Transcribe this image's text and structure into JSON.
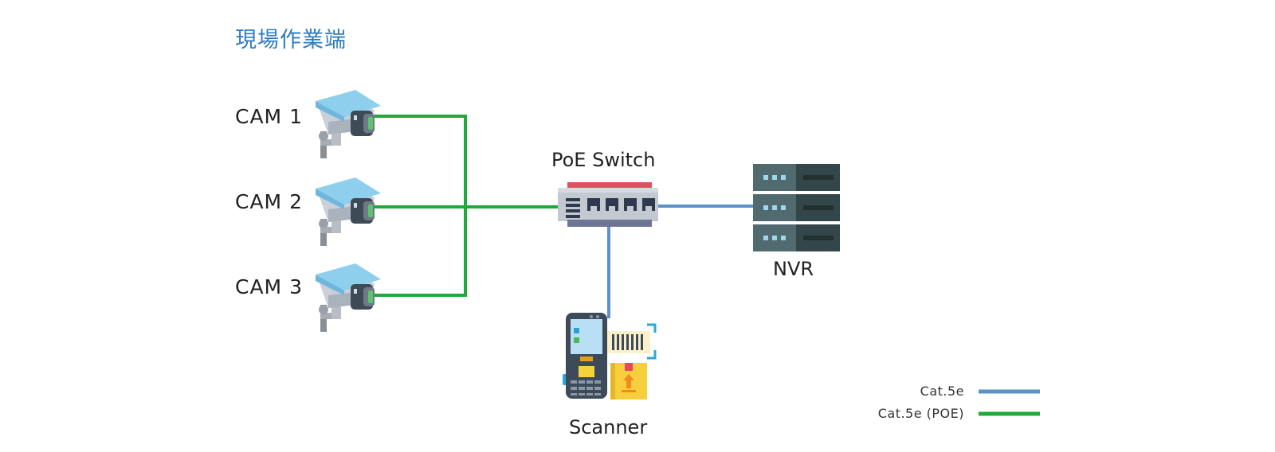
{
  "title": "現場作業端",
  "cameras": [
    {
      "label": "CAM 1"
    },
    {
      "label": "CAM 2"
    },
    {
      "label": "CAM 3"
    }
  ],
  "switch": {
    "label": "PoE Switch"
  },
  "nvr": {
    "label": "NVR"
  },
  "scanner": {
    "label": "Scanner"
  },
  "legend": [
    {
      "label": "Cat.5e",
      "color": "#5a93c6"
    },
    {
      "label": "Cat.5e (POE)",
      "color": "#1faa3c"
    }
  ],
  "colors": {
    "title": "#2d7cc0",
    "poe_line": "#1faa3c",
    "cat5e_line": "#5a93c6"
  },
  "icons": [
    "cctv-camera-icon",
    "poe-switch-icon",
    "nvr-server-icon",
    "barcode-scanner-icon",
    "package-icon"
  ]
}
